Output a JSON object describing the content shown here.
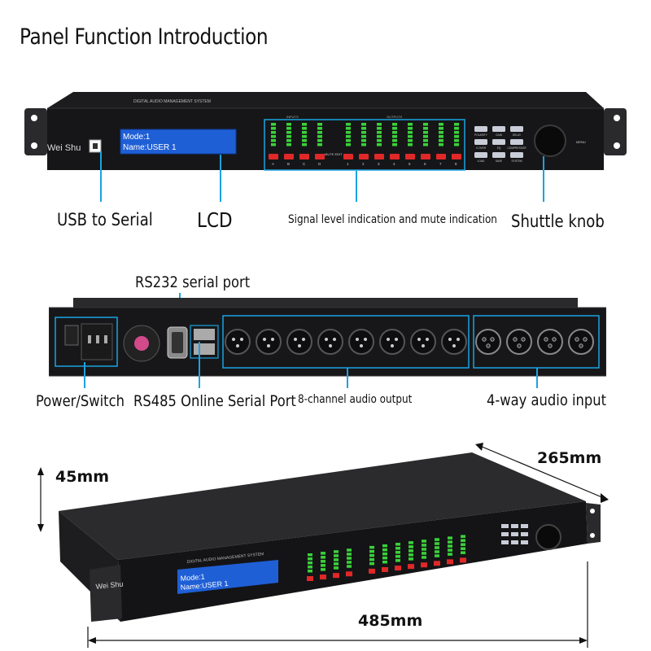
{
  "title": "Panel Function Introduction",
  "front_panel": {
    "brand": "Wei Shu",
    "header": "DIGITAL AUDIO MANAGEMENT SYSTEM",
    "lcd_line1": "Mode:1",
    "lcd_line2": "Name:USER 1",
    "mute_label": "MUTE EDIT",
    "inputs_label": "INPUTS",
    "outputs_label": "OUTPUTS",
    "input_channels": [
      "A",
      "B",
      "C",
      "D"
    ],
    "output_channels": [
      "1",
      "2",
      "3",
      "4",
      "5",
      "6",
      "7",
      "8"
    ],
    "buttons": [
      "POLARITY",
      "GAIN",
      "DELAY",
      "X-OVER",
      "EQ",
      "COMPRESSOR",
      "LOAD",
      "SAVE",
      "SYSTEM"
    ],
    "menu_label": "MENU"
  },
  "front_callouts": {
    "usb": "USB to Serial",
    "lcd": "LCD",
    "signal": "Signal level indication and mute indication",
    "knob": "Shuttle knob"
  },
  "rear_callouts": {
    "rs232": "RS232 serial port",
    "power": "Power/Switch",
    "rs485": "RS485 Online Serial Port",
    "outputs": "8-channel audio output",
    "inputs": "4-way audio input"
  },
  "dimensions": {
    "height": "45mm",
    "depth": "265mm",
    "width": "485mm"
  },
  "colors": {
    "accent": "#1aa3e0",
    "chassis": "#1c1c1e",
    "lcd": "#1f5fd6",
    "led_green": "#3ad13a",
    "led_red": "#e02828"
  }
}
